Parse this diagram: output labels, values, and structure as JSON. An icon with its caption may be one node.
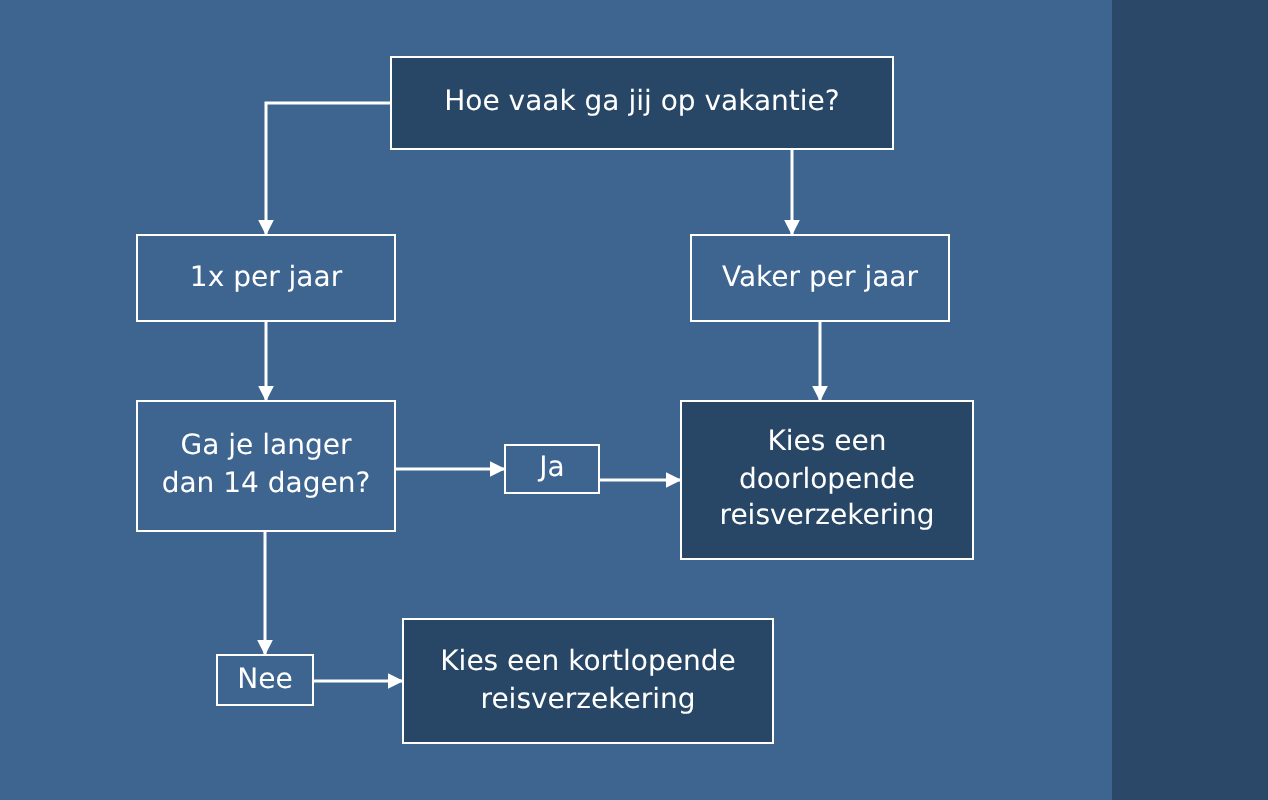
{
  "diagram": {
    "nodes": [
      {
        "text": [
          "Hoe vaak ga jij op vakantie?"
        ]
      },
      {
        "text": [
          "1x per jaar"
        ]
      },
      {
        "text": [
          "Vaker per jaar"
        ]
      },
      {
        "text": [
          "Ga je langer dan 14 dagen?"
        ]
      },
      {
        "text": [
          "Ja"
        ]
      },
      {
        "text": [
          "Kies een doorlopende reisverzekering"
        ]
      },
      {
        "text": [
          "Nee"
        ]
      },
      {
        "text": [
          "Kies een kortlopende reisverzekering"
        ]
      }
    ],
    "edges": [
      {
        "from": 0,
        "to": 1,
        "arrow": "to"
      },
      {
        "from": 0,
        "to": 2,
        "arrow": "to"
      },
      {
        "from": 1,
        "to": 3,
        "arrow": "to"
      },
      {
        "from": 2,
        "to": 5,
        "arrow": "to"
      },
      {
        "from": 3,
        "to": 4,
        "arrow": "to"
      },
      {
        "from": 4,
        "to": 5,
        "arrow": "to"
      },
      {
        "from": 3,
        "to": 6,
        "arrow": "to"
      },
      {
        "from": 6,
        "to": 7,
        "arrow": "to"
      }
    ]
  }
}
